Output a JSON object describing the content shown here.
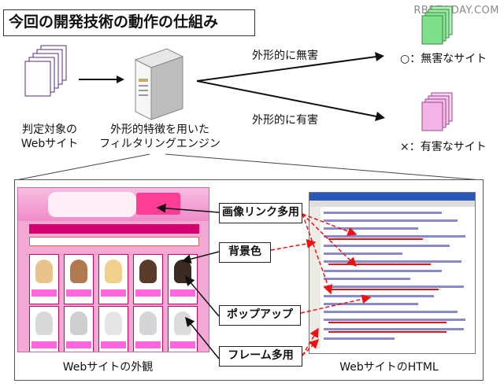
{
  "title": "今回の開発技術の動作の仕組み",
  "watermark": "RBBTODAY.COM",
  "flow": {
    "input_label_line1": "判定対象の",
    "input_label_line2": "Webサイト",
    "engine_label_line1": "外形的特徴を用いた",
    "engine_label_line2": "フィルタリングエンジン",
    "branch_harmless_label": "外形的に無害",
    "branch_harmful_label": "外形的に有害",
    "result_harmless": "○：無害なサイト",
    "result_harmful": "×：有害なサイト"
  },
  "detail": {
    "site_caption": "Webサイトの外観",
    "html_caption": "WebサイトのHTML",
    "callouts": [
      "画像リンク多用",
      "背景色",
      "ポップアップ",
      "フレーム多用"
    ]
  },
  "colors": {
    "harmless": "#7ee08a",
    "harmful": "#f2b3e6",
    "site_pink": "#f2a9d4",
    "arrow_red": "#e11"
  }
}
